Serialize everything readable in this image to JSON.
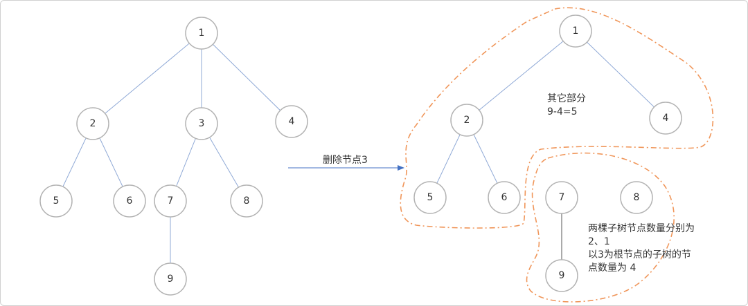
{
  "left_tree": {
    "nodes": [
      "1",
      "2",
      "3",
      "4",
      "5",
      "6",
      "7",
      "8",
      "9"
    ]
  },
  "arrow_label": "删除节点3",
  "right_tree": {
    "nodes": [
      "1",
      "2",
      "4",
      "5",
      "6",
      "7",
      "8",
      "9"
    ]
  },
  "notes": {
    "other_line1": "其它部分",
    "other_line2": "9-4=5",
    "subtree_line1": "两棵子树节点数量分别为",
    "subtree_line2": "2、1",
    "subtree_line3": "以3为根节点的子树的节",
    "subtree_line4": "点数量为 4"
  },
  "colors": {
    "edge": "#8fa9d6",
    "node_stroke": "#b3b3b3",
    "region": "#f0965a",
    "arrow": "#4472c4"
  }
}
